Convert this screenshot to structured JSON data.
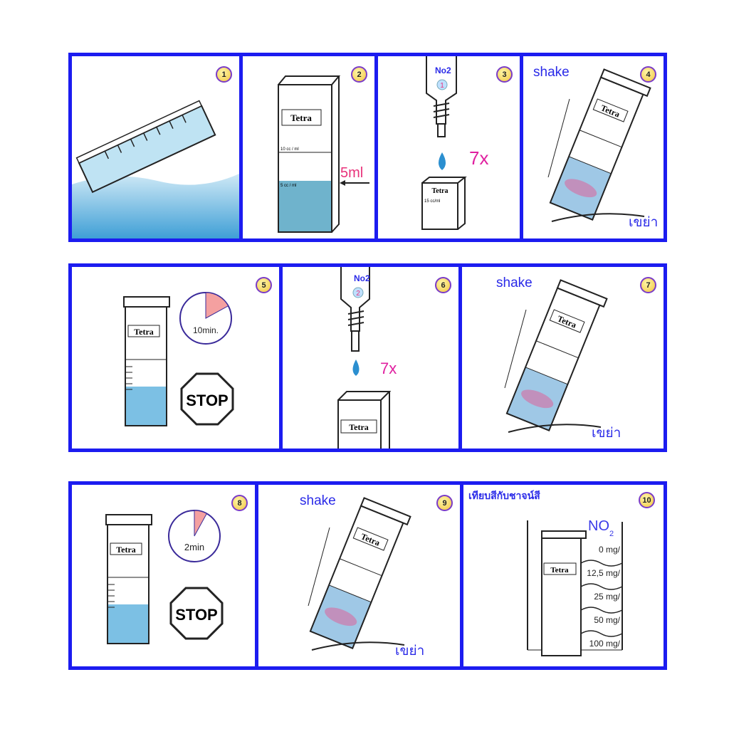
{
  "steps": [
    {
      "number": "1"
    },
    {
      "number": "2",
      "amount": "5ml",
      "tube_brand": "Tetra",
      "mark_10": "10 cc / ml",
      "mark_5": "5 cc / ml"
    },
    {
      "number": "3",
      "reagent": "No2",
      "reagent_bottle": "1",
      "drops": "7x",
      "tube_brand": "Tetra",
      "mark": "15 cc/ml"
    },
    {
      "number": "4",
      "action_en": "shake",
      "action_th": "เขย่า",
      "tube_brand": "Tetra"
    },
    {
      "number": "5",
      "timer": "10min.",
      "sign": "STOP",
      "tube_brand": "Tetra",
      "timer_fraction": 0.17
    },
    {
      "number": "6",
      "reagent": "No2",
      "reagent_bottle": "2",
      "drops": "7x",
      "tube_brand": "Tetra"
    },
    {
      "number": "7",
      "action_en": "shake",
      "action_th": "เขย่า",
      "tube_brand": "Tetra"
    },
    {
      "number": "8",
      "timer": "2min",
      "sign": "STOP",
      "tube_brand": "Tetra",
      "timer_fraction": 0.08
    },
    {
      "number": "9",
      "action_en": "shake",
      "action_th": "เขย่า",
      "tube_brand": "Tetra"
    },
    {
      "number": "10",
      "title": "เทียบสีกับชาจน์สี",
      "chart_label": "NO",
      "chart_sub": "2",
      "tube_brand": "Tetra",
      "levels": [
        "0 mg/",
        "12,5 mg/",
        "25 mg/",
        "50 mg/",
        "100 mg/"
      ]
    }
  ],
  "colors": {
    "frame": "#1c1cf0",
    "water": "#7cc4e4",
    "pink": "#e8327a",
    "accent_text": "#2a2ae8",
    "timer_fill": "#f4a0a0"
  }
}
